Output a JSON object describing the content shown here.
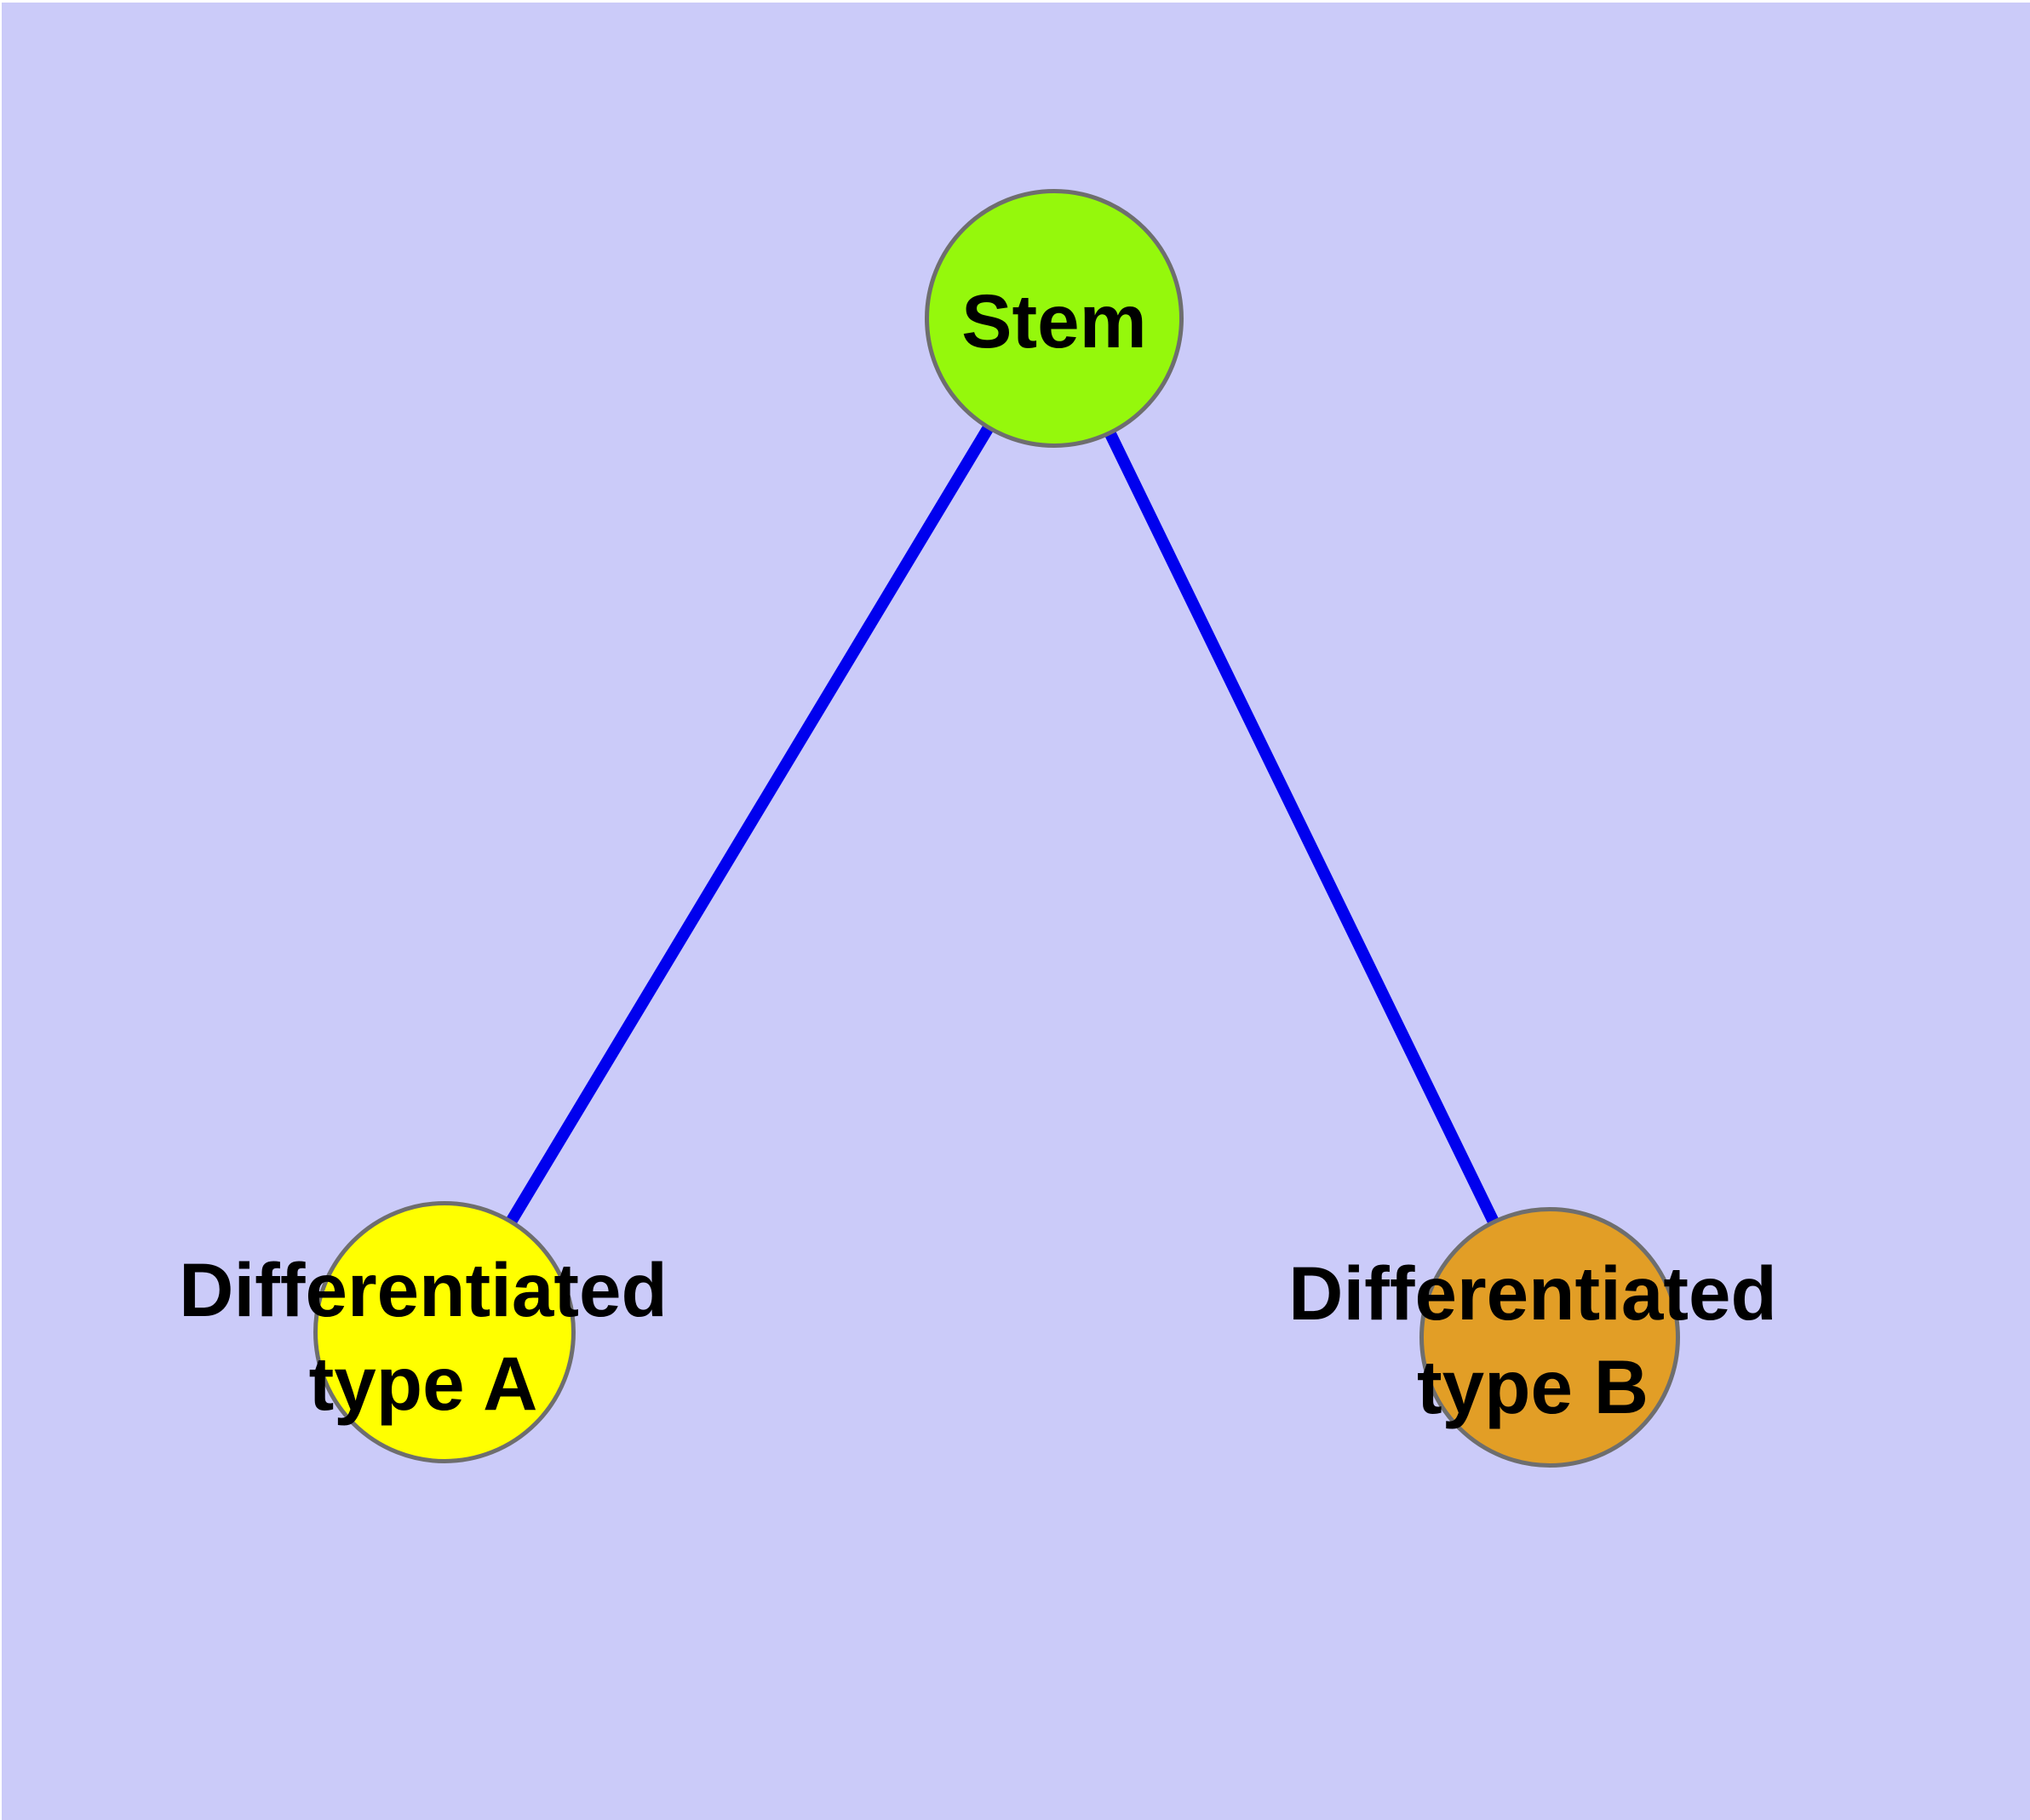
{
  "graph": {
    "background_color": "#CBCBF9",
    "edge_color": "#0000EE",
    "node_border_color": "#6E6E6E",
    "label_color": "#000000",
    "nodes": {
      "stem": {
        "label": "Stem",
        "fill": "#95F80C"
      },
      "typeA": {
        "label_line1": "Differentiated",
        "label_line2": "type A",
        "fill": "#FFFF00"
      },
      "typeB": {
        "label_line1": "Differentiated",
        "label_line2": "type B",
        "fill": "#E29E26"
      }
    },
    "edges": [
      {
        "from": "stem",
        "to": "typeA"
      },
      {
        "from": "stem",
        "to": "typeB"
      }
    ]
  }
}
